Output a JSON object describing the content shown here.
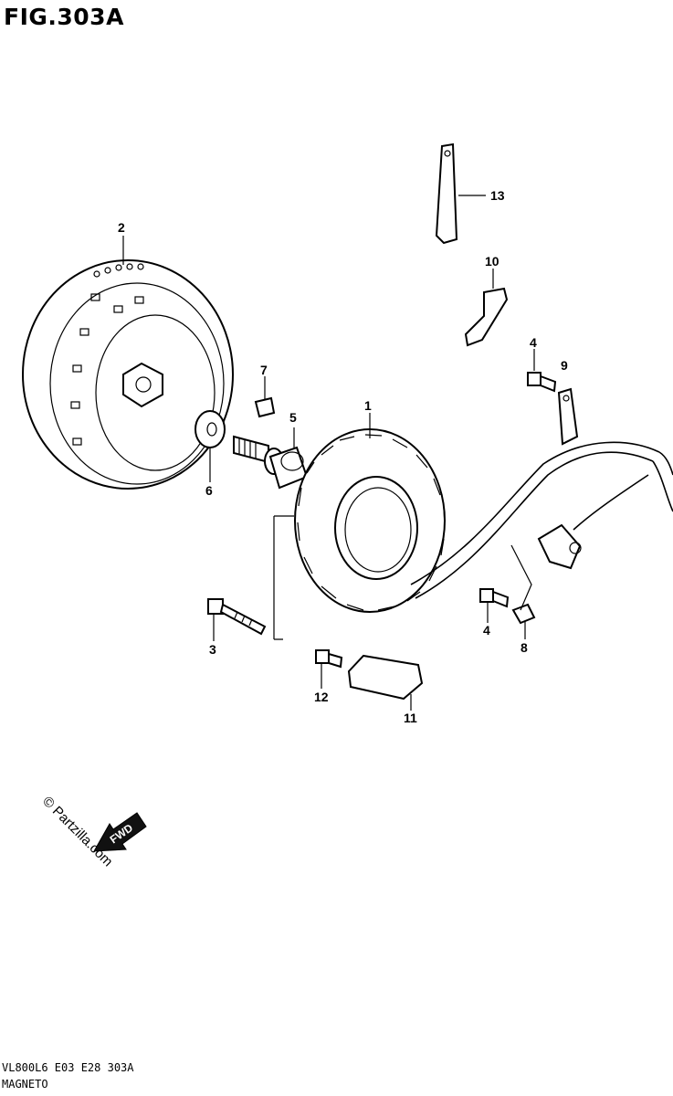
{
  "figure": {
    "title": "FIG.303A"
  },
  "callouts": [
    "1",
    "2",
    "3",
    "4",
    "4",
    "5",
    "6",
    "7",
    "8",
    "9",
    "10",
    "11",
    "12",
    "13"
  ],
  "watermark": {
    "text": "© Partzilla.com",
    "arrow_label": "FWD"
  },
  "footer": {
    "code": "VL800L6 E03 E28 303A",
    "name": "MAGNETO"
  }
}
